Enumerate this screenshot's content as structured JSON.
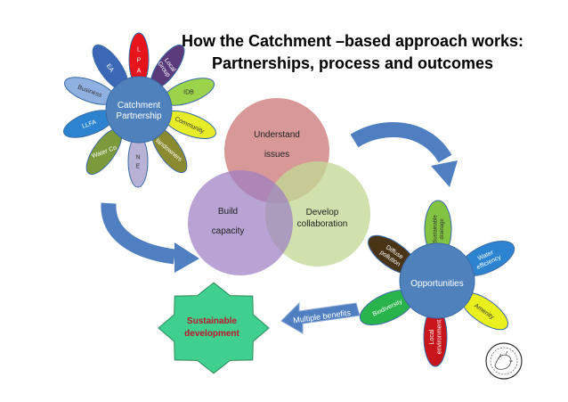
{
  "title": {
    "line1": "How the Catchment –based approach works:",
    "line2": "Partnerships, process and outcomes"
  },
  "partnership": {
    "hub_line1": "Catchment",
    "hub_line2": "Partnership",
    "petals": [
      {
        "line1": "L",
        "line2": "P",
        "line3": "A",
        "color": "#e8141b"
      },
      {
        "line1": "Local",
        "line2": "Group",
        "color": "#5a3a7a"
      },
      {
        "line1": "IDB",
        "color": "#9bd34b"
      },
      {
        "line1": "Community",
        "color": "#e6ec28"
      },
      {
        "line1": "landowners",
        "color": "#8a8a30"
      },
      {
        "line1": "N",
        "line2": "E",
        "color": "#b9b2d7"
      },
      {
        "line1": "Water Co",
        "color": "#7c9a3c"
      },
      {
        "line1": "LLFA",
        "color": "#2c84d1"
      },
      {
        "line1": "Business",
        "color": "#8fb1e2"
      },
      {
        "line1": "EA",
        "color": "#3b68b6"
      }
    ]
  },
  "venn": {
    "understand_line1": "Understand",
    "understand_line2": "issues",
    "build_line1": "Build",
    "build_line2": "capacity",
    "develop_line1": "Develop",
    "develop_line2": "collaboration"
  },
  "opportunities": {
    "hub": "Opportunities",
    "petals": [
      {
        "line1": "Sustainable",
        "line2": "drainage",
        "color": "#82c341"
      },
      {
        "line1": "Water",
        "line2": "efficiency",
        "color": "#2c84d1"
      },
      {
        "line1": "Amenity",
        "color": "#eaf01e"
      },
      {
        "line1": "Local",
        "line2": "environment",
        "color": "#c8141b"
      },
      {
        "line1": "Biodiversity",
        "color": "#28b44a"
      },
      {
        "line1": "Diffuse",
        "line2": "pollution",
        "color": "#4a3416"
      }
    ]
  },
  "benefits_label": "Multiple benefits",
  "outcome": {
    "line1": "Sustainable",
    "line2": "development"
  },
  "colors": {
    "hub": "#4f81bd",
    "arrow": "#4f7fc0",
    "star": "#3fcf8e",
    "outcome_text": "#c0142d",
    "understand": "#d38a8a",
    "build": "#9c7fc4",
    "develop": "#c3d996"
  }
}
